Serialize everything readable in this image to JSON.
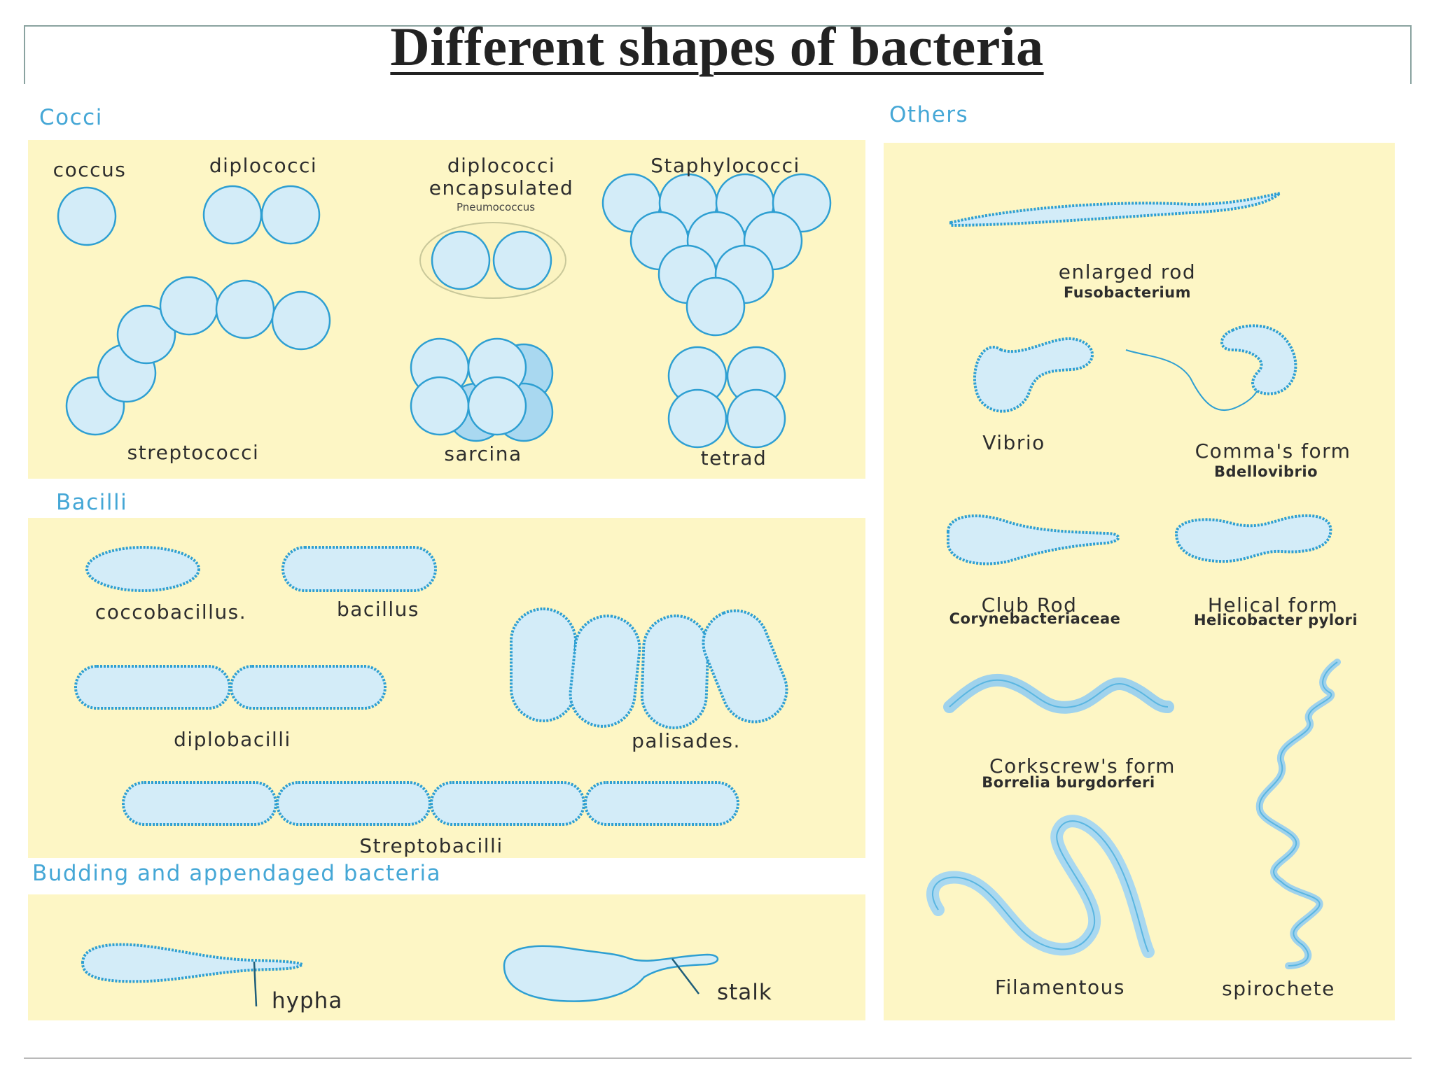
{
  "title": "Different shapes of bacteria",
  "sections": {
    "cocci": "Cocci",
    "bacilli": "Bacilli",
    "budding": "Budding and appendaged bacteria",
    "others": "Others"
  },
  "cocci": {
    "coccus": "coccus",
    "diplococci": "diplococci",
    "diplococci_encapsulated_1": "diplococci",
    "diplococci_encapsulated_2": "encapsulated",
    "pneumococcus": "Pneumococcus",
    "staphylococci": "Staphylococci",
    "streptococci": "streptococci",
    "sarcina": "sarcina",
    "tetrad": "tetrad"
  },
  "bacilli": {
    "coccobacillus": "coccobacillus.",
    "bacillus": "bacillus",
    "diplobacilli": "diplobacilli",
    "palisades": "palisades.",
    "streptobacilli": "Streptobacilli"
  },
  "budding": {
    "hypha": "hypha",
    "stalk": "stalk"
  },
  "others": {
    "enlarged_rod": "enlarged rod",
    "fusobacterium": "Fusobacterium",
    "vibrio": "Vibrio",
    "commas_form": "Comma's form",
    "bdellovibrio": "Bdellovibrio",
    "club_rod": "Club Rod",
    "corynebacteriaceae": "Corynebacteriaceae",
    "helical_form": "Helical form",
    "helicobacter": "Helicobacter pylori",
    "corkscrew": "Corkscrew's form",
    "borrelia": "Borrelia burgdorferi",
    "filamentous": "Filamentous",
    "spirochete": "spirochete"
  },
  "colors": {
    "panel": "#fdf6c5",
    "cell_fill": "#d3ecf8",
    "cell_stroke": "#2e9fd2",
    "section_text": "#45a7d6"
  }
}
